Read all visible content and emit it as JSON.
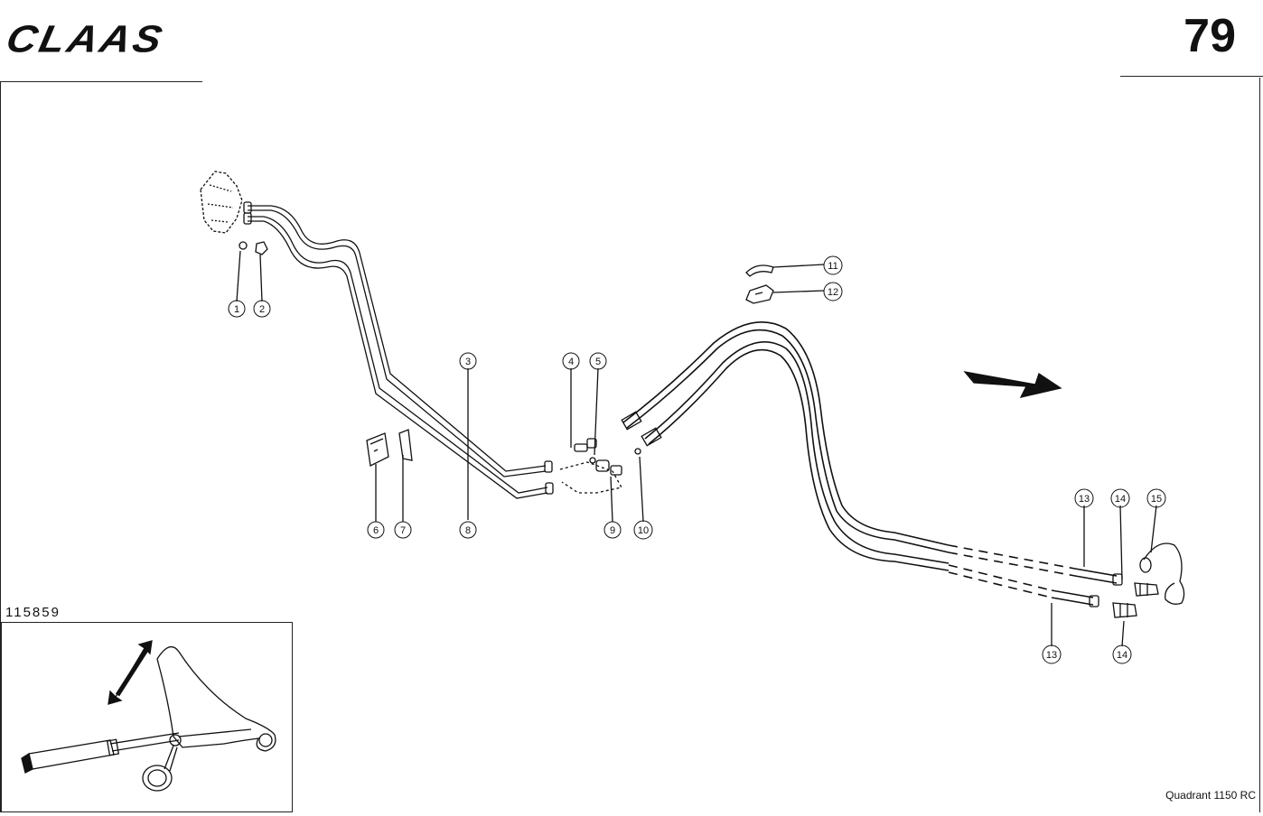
{
  "header": {
    "brand": "CLAAS",
    "page_number": "79"
  },
  "drawing_id": "115859",
  "model": "Quadrant 1150 RC",
  "callouts": [
    {
      "label": "1"
    },
    {
      "label": "2"
    },
    {
      "label": "3"
    },
    {
      "label": "4"
    },
    {
      "label": "5"
    },
    {
      "label": "6"
    },
    {
      "label": "7"
    },
    {
      "label": "8"
    },
    {
      "label": "9"
    },
    {
      "label": "10"
    },
    {
      "label": "11"
    },
    {
      "label": "12"
    },
    {
      "label": "13"
    },
    {
      "label": "13"
    },
    {
      "label": "14"
    },
    {
      "label": "14"
    },
    {
      "label": "15"
    }
  ],
  "colors": {
    "ink": "#111111",
    "paper": "#ffffff"
  }
}
